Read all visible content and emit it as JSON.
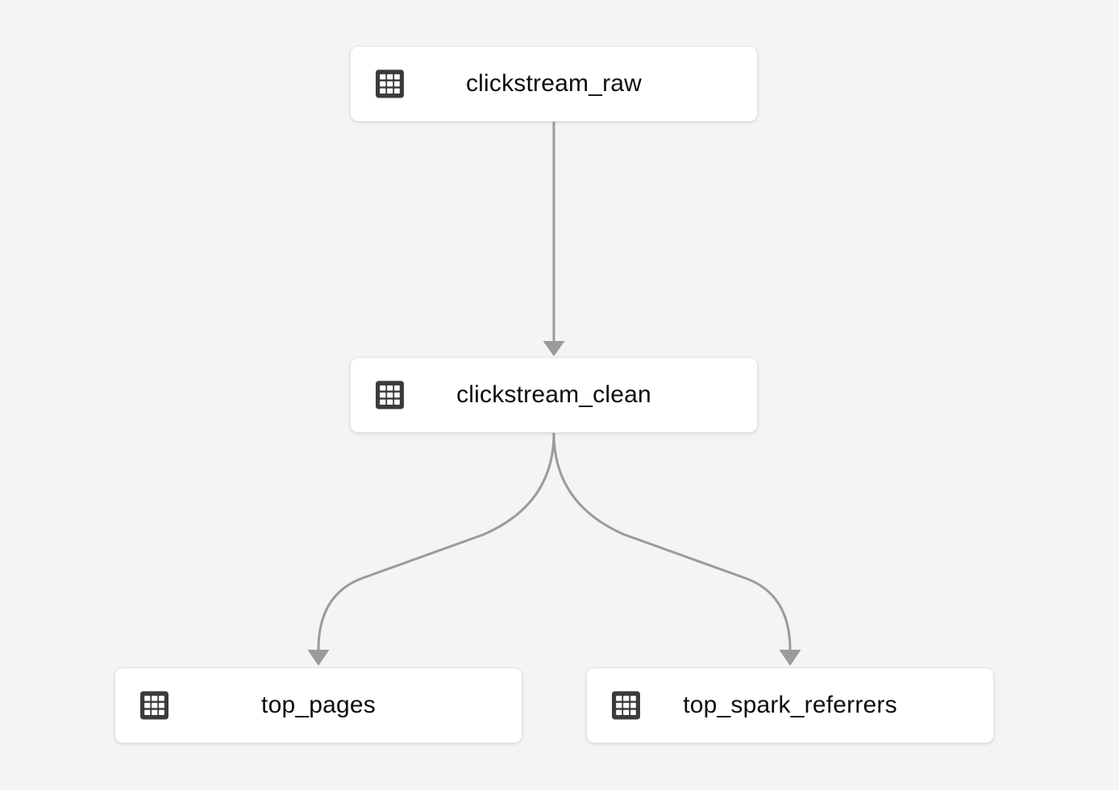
{
  "canvas": {
    "background_color": "#f4f4f4",
    "edge_color": "#9b9b9b",
    "node_background": "#ffffff",
    "node_border_color": "#e6e6e6",
    "icon_color": "#3b3b3b",
    "label_color": "#0c0c0c"
  },
  "nodes": [
    {
      "id": "clickstream_raw",
      "label": "clickstream_raw",
      "icon": "table-icon"
    },
    {
      "id": "clickstream_clean",
      "label": "clickstream_clean",
      "icon": "table-icon"
    },
    {
      "id": "top_pages",
      "label": "top_pages",
      "icon": "table-icon"
    },
    {
      "id": "top_spark_referrers",
      "label": "top_spark_referrers",
      "icon": "table-icon"
    }
  ],
  "edges": [
    {
      "from": "clickstream_raw",
      "to": "clickstream_clean"
    },
    {
      "from": "clickstream_clean",
      "to": "top_pages"
    },
    {
      "from": "clickstream_clean",
      "to": "top_spark_referrers"
    }
  ]
}
